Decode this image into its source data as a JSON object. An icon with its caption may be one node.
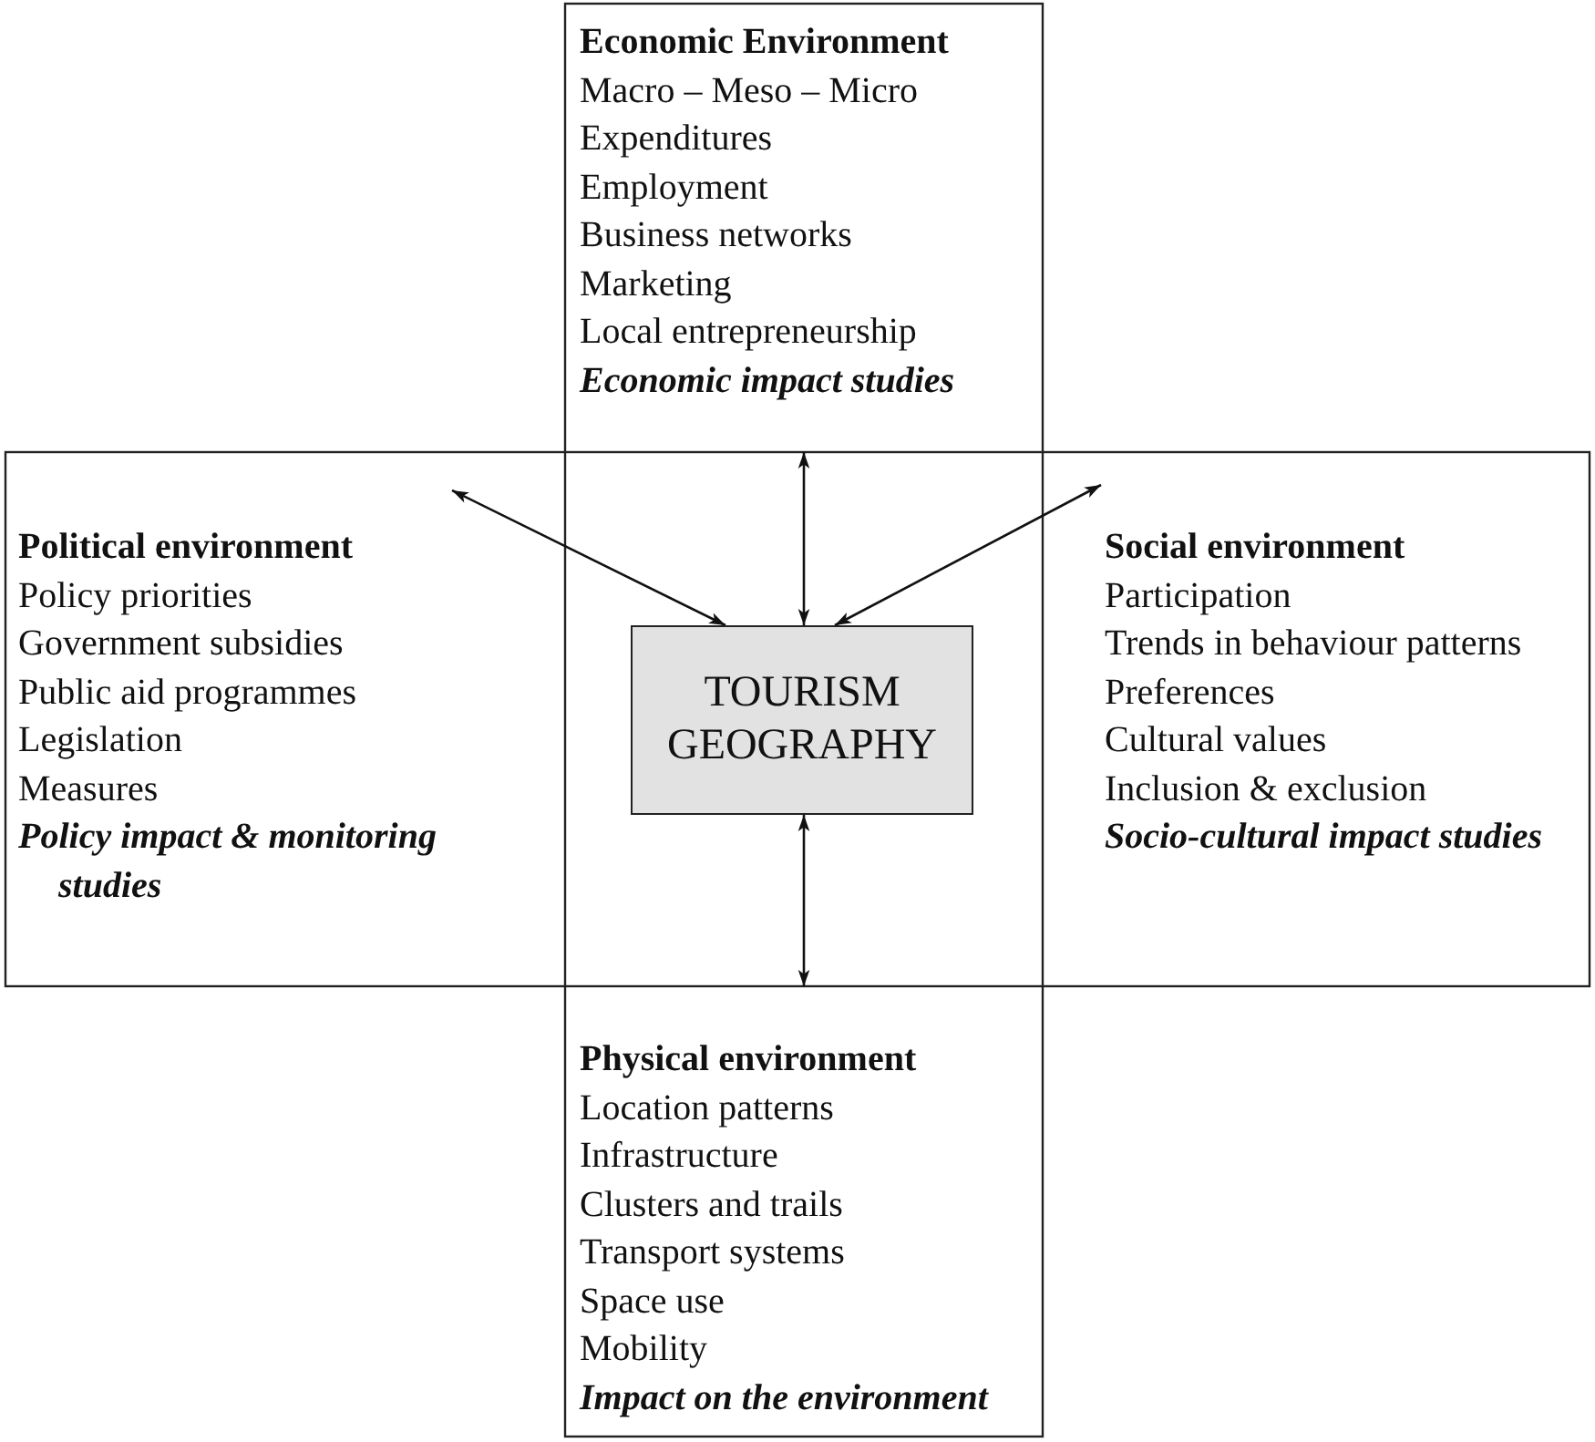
{
  "diagram": {
    "nodes": [
      {
        "text": [
          "Economic Environment",
          "Macro – Meso – Micro",
          "Expenditures",
          "Employment",
          "Business networks",
          "Marketing",
          "Local entrepreneurship",
          "Economic impact studies"
        ]
      },
      {
        "text": [
          "Political environment",
          "Policy priorities",
          "Government subsidies",
          "Public aid programmes",
          "Legislation",
          "Measures",
          "Policy impact & monitoring studies"
        ]
      },
      {
        "text": [
          "Social environment",
          "Participation",
          "Trends in behaviour patterns",
          "Preferences",
          "Cultural values",
          "Inclusion & exclusion",
          "Socio-cultural impact studies"
        ]
      },
      {
        "text": [
          "Physical environment",
          "Location patterns",
          "Infrastructure",
          "Clusters and trails",
          "Transport systems",
          "Space use",
          "Mobility",
          "Impact on the environment"
        ]
      },
      {
        "text": [
          "TOURISM GEOGRAPHY"
        ]
      }
    ],
    "edges": [
      {
        "from": 4,
        "to": 0,
        "arrow": "both"
      },
      {
        "from": 4,
        "to": 1,
        "arrow": "both"
      },
      {
        "from": 4,
        "to": 2,
        "arrow": "both"
      },
      {
        "from": 4,
        "to": 3,
        "arrow": "both"
      }
    ]
  }
}
